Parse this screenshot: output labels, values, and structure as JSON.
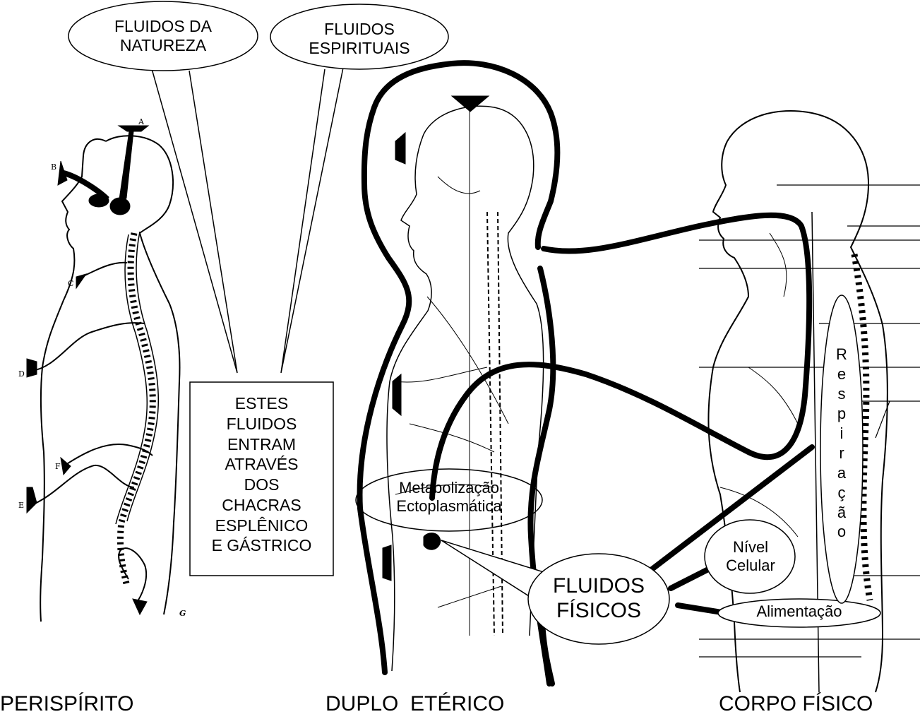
{
  "colors": {
    "ink": "#000000",
    "paper": "#ffffff"
  },
  "bubbles": {
    "natureza": "FLUIDOS DA\nNATUREZA",
    "espirituais": "FLUIDOS\nESPIRITUAIS",
    "metabolizacao": "Metabolização\nEctoplasmática",
    "fisicos": "FLUIDOS\nFÍSICOS",
    "nivel_celular": "Nível\nCelular",
    "alimentacao": "Alimentação",
    "respiracao": "R\ne\ns\np\ni\nr\na\nç\nã\no"
  },
  "box": {
    "text": "ESTES\nFLUIDOS\nENTRAM\nATRAVÉS\nDOS\nCHACRAS\nESPLÊNICO\nE GÁSTRICO"
  },
  "figure_titles": {
    "left": "PERISPÍRITO",
    "middle": "DUPLO  ETÉRICO",
    "right": "CORPO FÍSICO"
  },
  "figure_letters": [
    "A",
    "B",
    "C",
    "D",
    "E",
    "F",
    "G"
  ]
}
